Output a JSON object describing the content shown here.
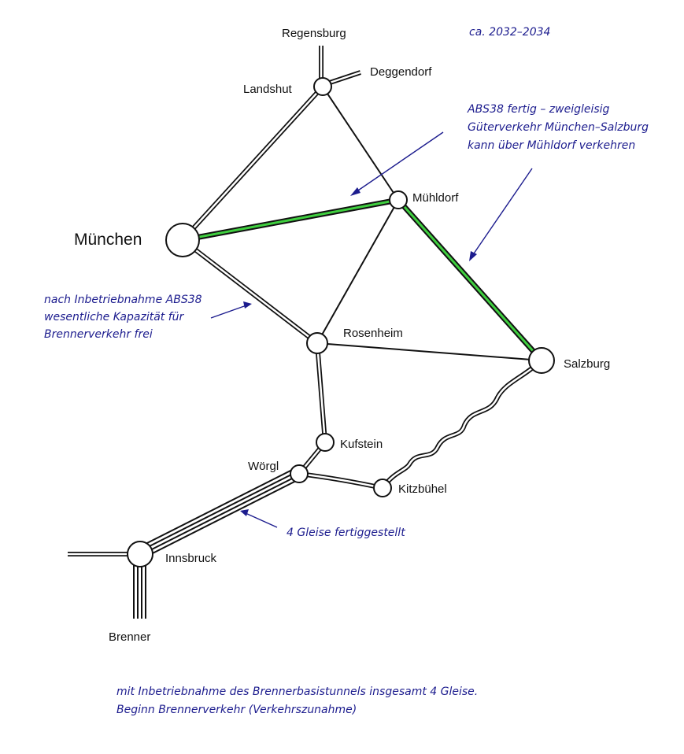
{
  "colors": {
    "upgraded_line": "#3fcf3f",
    "annotation_ink": "#1c1c8e",
    "track": "#111111"
  },
  "cities": {
    "regensburg": "Regensburg",
    "deggendorf": "Deggendorf",
    "landshut": "Landshut",
    "muehldorf": "Mühldorf",
    "muenchen": "München",
    "rosenheim": "Rosenheim",
    "salzburg": "Salzburg",
    "kufstein": "Kufstein",
    "woergl": "Wörgl",
    "kitzbuehel": "Kitzbühel",
    "innsbruck": "Innsbruck",
    "brenner": "Brenner"
  },
  "notes": {
    "date": "ca. 2032–2034",
    "abs38_line1": "ABS38 fertig – zweigleisig",
    "abs38_line2": "Güterverkehr München–Salzburg",
    "abs38_line3": "kann über Mühldorf verkehren",
    "capacity_line1": "nach Inbetriebnahme ABS38",
    "capacity_line2": "wesentliche Kapazität für",
    "capacity_line3": "Brennerverkehr frei",
    "four_tracks": "4 Gleise fertiggestellt",
    "bbt_line1": "mit Inbetriebnahme des Brennerbasistunnels insgesamt 4 Gleise.",
    "bbt_line2": "Beginn Brennerverkehr (Verkehrszunahme)"
  }
}
